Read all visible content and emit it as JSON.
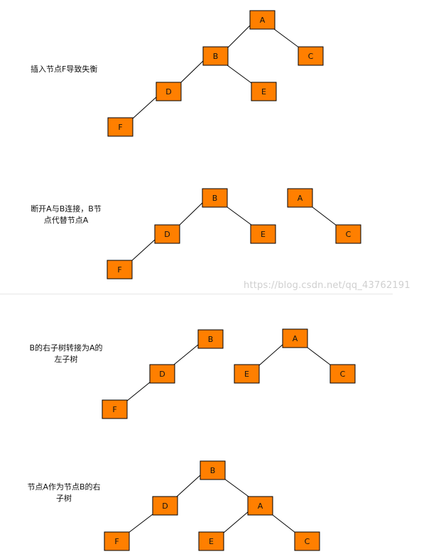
{
  "steps": [
    {
      "caption": "插入节点F导致失衡",
      "nodes": {
        "A": "A",
        "B": "B",
        "C": "C",
        "D": "D",
        "E": "E",
        "F": "F"
      }
    },
    {
      "caption": "断开A与B连接，B节\n点代替节点A",
      "nodes": {
        "A": "A",
        "B": "B",
        "C": "C",
        "D": "D",
        "E": "E",
        "F": "F"
      }
    },
    {
      "caption": "B的右子树转接为A的\n左子树",
      "nodes": {
        "A": "A",
        "B": "B",
        "C": "C",
        "D": "D",
        "E": "E",
        "F": "F"
      }
    },
    {
      "caption": "节点A作为节点B的右\n子树",
      "nodes": {
        "A": "A",
        "B": "B",
        "C": "C",
        "D": "D",
        "E": "E",
        "F": "F"
      }
    }
  ],
  "watermark": "https://blog.csdn.net/qq_43762191",
  "colors": {
    "node_fill": "#ff7f00",
    "node_stroke": "#000000"
  }
}
